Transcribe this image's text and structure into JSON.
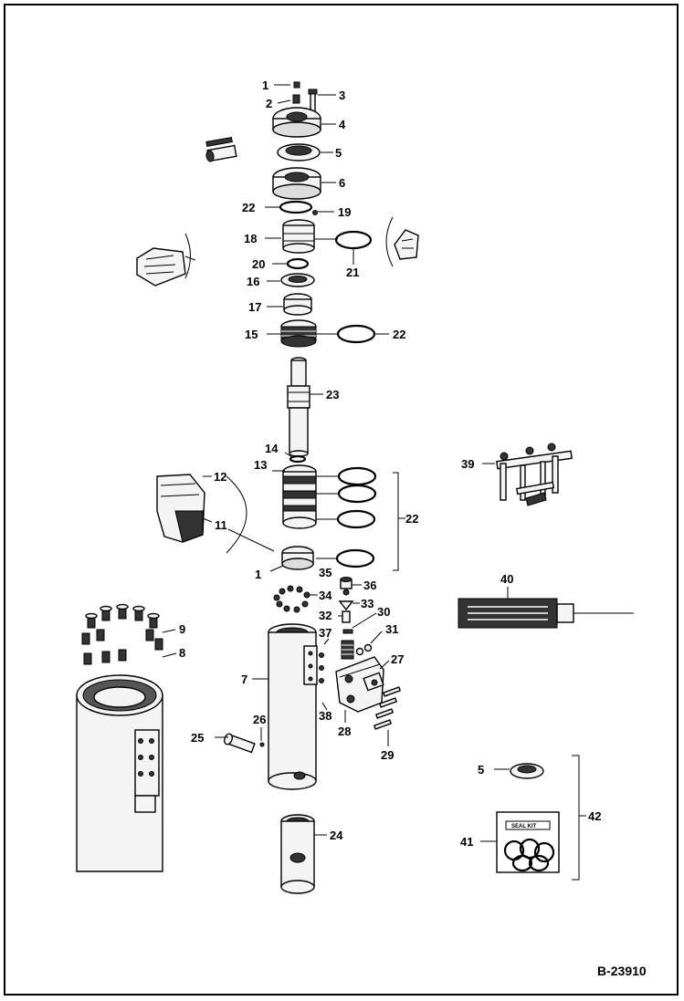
{
  "drawing": {
    "reference": "B-23910",
    "kit_label": "SEAL KIT"
  },
  "callouts": [
    {
      "id": "c1",
      "text": "1"
    },
    {
      "id": "c2",
      "text": "2"
    },
    {
      "id": "c3",
      "text": "3"
    },
    {
      "id": "c4",
      "text": "4"
    },
    {
      "id": "c5",
      "text": "5"
    },
    {
      "id": "c6",
      "text": "6"
    },
    {
      "id": "c22a",
      "text": "22"
    },
    {
      "id": "c19",
      "text": "19"
    },
    {
      "id": "c18",
      "text": "18"
    },
    {
      "id": "c21",
      "text": "21"
    },
    {
      "id": "c20",
      "text": "20"
    },
    {
      "id": "c16",
      "text": "16"
    },
    {
      "id": "c17",
      "text": "17"
    },
    {
      "id": "c15",
      "text": "15"
    },
    {
      "id": "c22b",
      "text": "22"
    },
    {
      "id": "c23",
      "text": "23"
    },
    {
      "id": "c14",
      "text": "14"
    },
    {
      "id": "c13",
      "text": "13"
    },
    {
      "id": "c12",
      "text": "12"
    },
    {
      "id": "c11",
      "text": "11"
    },
    {
      "id": "c10",
      "text": "1"
    },
    {
      "id": "c22c",
      "text": "22"
    },
    {
      "id": "c39",
      "text": "39"
    },
    {
      "id": "c40",
      "text": "40"
    },
    {
      "id": "c35",
      "text": "35"
    },
    {
      "id": "c36",
      "text": "36"
    },
    {
      "id": "c34",
      "text": "34"
    },
    {
      "id": "c33",
      "text": "33"
    },
    {
      "id": "c30",
      "text": "30"
    },
    {
      "id": "c32",
      "text": "32"
    },
    {
      "id": "c31",
      "text": "31"
    },
    {
      "id": "c37",
      "text": "37"
    },
    {
      "id": "c27",
      "text": "27"
    },
    {
      "id": "c9",
      "text": "9"
    },
    {
      "id": "c8",
      "text": "8"
    },
    {
      "id": "c7",
      "text": "7"
    },
    {
      "id": "c38",
      "text": "38"
    },
    {
      "id": "c28",
      "text": "28"
    },
    {
      "id": "c26",
      "text": "26"
    },
    {
      "id": "c25",
      "text": "25"
    },
    {
      "id": "c29",
      "text": "29"
    },
    {
      "id": "c5b",
      "text": "5"
    },
    {
      "id": "c42",
      "text": "42"
    },
    {
      "id": "c24",
      "text": "24"
    },
    {
      "id": "c41",
      "text": "41"
    }
  ]
}
